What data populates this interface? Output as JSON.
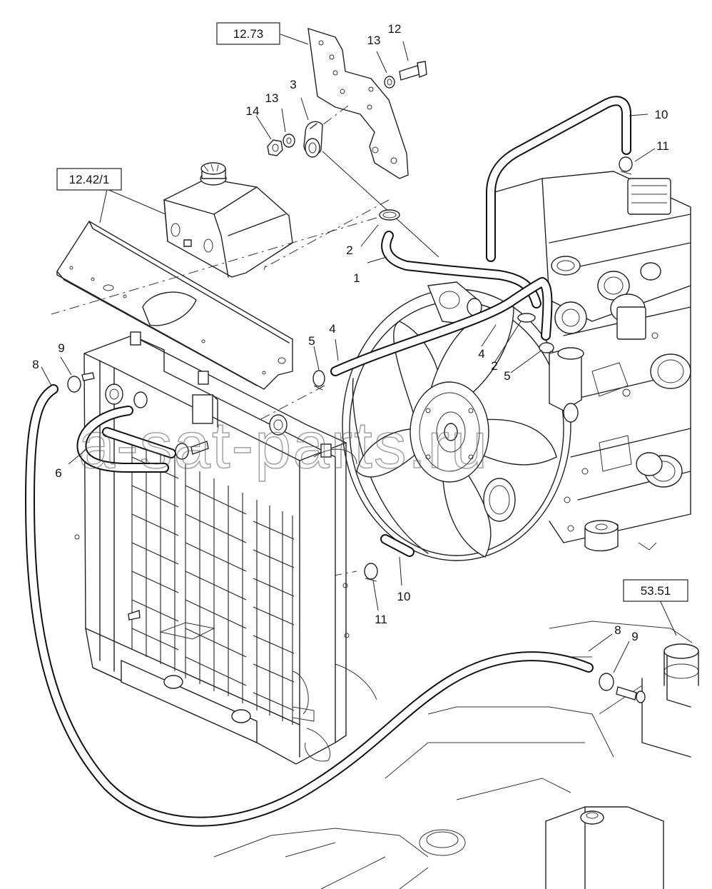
{
  "references": [
    {
      "id": "ref-12-73",
      "text": "12.73"
    },
    {
      "id": "ref-12-42-1",
      "text": "12.42/1"
    },
    {
      "id": "ref-53-51",
      "text": "53.51"
    }
  ],
  "callouts": [
    {
      "id": "c1",
      "text": "1"
    },
    {
      "id": "c2a",
      "text": "2"
    },
    {
      "id": "c2b",
      "text": "2"
    },
    {
      "id": "c3",
      "text": "3"
    },
    {
      "id": "c4a",
      "text": "4"
    },
    {
      "id": "c4b",
      "text": "4"
    },
    {
      "id": "c5a",
      "text": "5"
    },
    {
      "id": "c5b",
      "text": "5"
    },
    {
      "id": "c6",
      "text": "6"
    },
    {
      "id": "c8a",
      "text": "8"
    },
    {
      "id": "c8b",
      "text": "8"
    },
    {
      "id": "c9a",
      "text": "9"
    },
    {
      "id": "c9b",
      "text": "9"
    },
    {
      "id": "c10a",
      "text": "10"
    },
    {
      "id": "c10b",
      "text": "10"
    },
    {
      "id": "c11a",
      "text": "11"
    },
    {
      "id": "c11b",
      "text": "11"
    },
    {
      "id": "c12",
      "text": "12"
    },
    {
      "id": "c13a",
      "text": "13"
    },
    {
      "id": "c13b",
      "text": "13"
    },
    {
      "id": "c14",
      "text": "14"
    }
  ],
  "watermark": "a-sat-parts.ru",
  "colors": {
    "line": "#222222",
    "background": "#ffffff"
  }
}
